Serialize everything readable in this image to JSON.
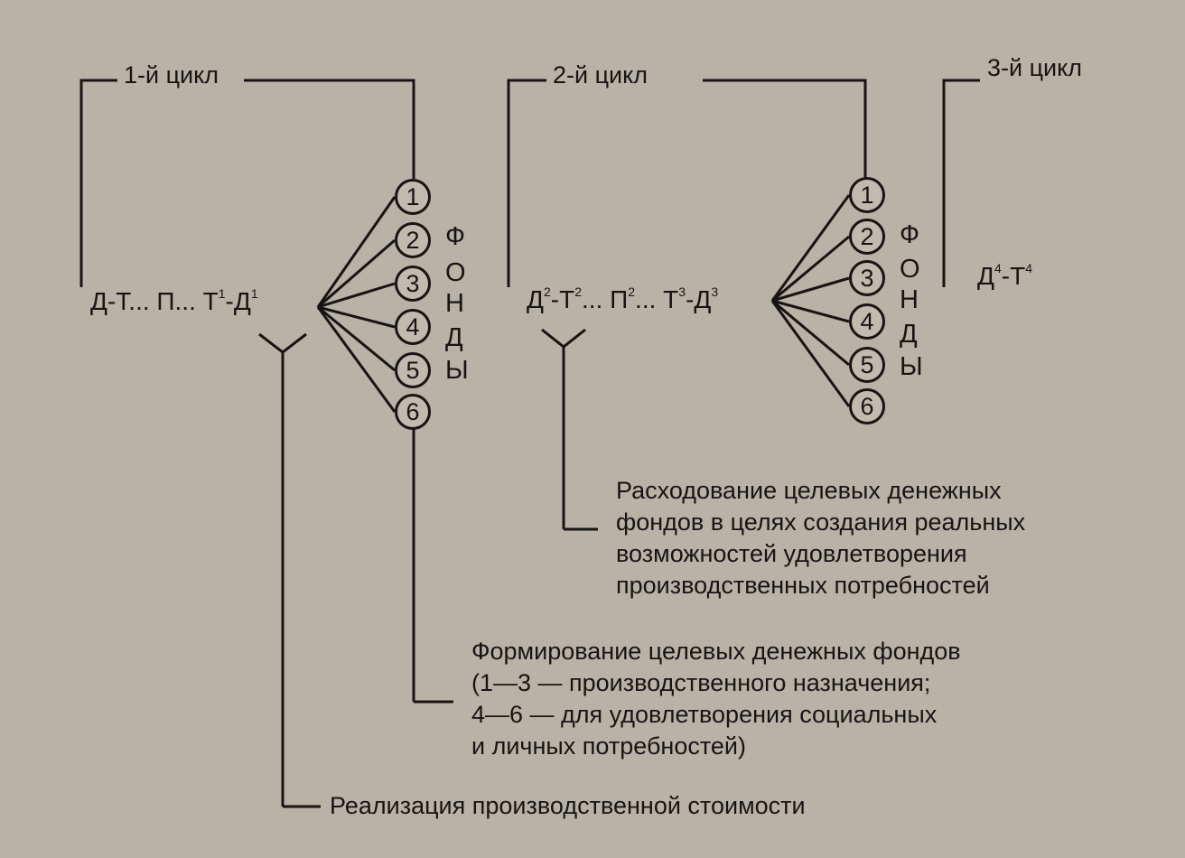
{
  "cycles": [
    "1-й цикл",
    "2-й цикл",
    "3-й цикл"
  ],
  "formulas": [
    {
      "text": "Д-Т... П... Т",
      "sup1": "1",
      "mid": "-Д",
      "sup2": "1"
    },
    {
      "pre": "Д",
      "s1": "2",
      "a": "-Т",
      "s2": "2",
      "b": "... П",
      "s3": "2",
      "c": "... Т",
      "s4": "3",
      "d": "-Д",
      "s5": "3"
    },
    {
      "pre": "Д",
      "s1": "4",
      "a": "-Т",
      "s2": "4"
    }
  ],
  "fund_numbers": [
    "1",
    "2",
    "3",
    "4",
    "5",
    "6"
  ],
  "fund_letters": [
    "Ф",
    "О",
    "Н",
    "Д",
    "Ы"
  ],
  "descriptions": {
    "spending": [
      "Расходование целевых денежных",
      "фондов в целях создания реальных",
      "возможностей удовлетворения",
      "производственных потребностей"
    ],
    "formation": [
      "Формирование целевых денежных фондов",
      "(1—3 — производственного назначения;",
      "4—6 — для удовлетворения социальных",
      "и личных потребностей)"
    ],
    "realization": "Реализация производственной стоимости"
  }
}
